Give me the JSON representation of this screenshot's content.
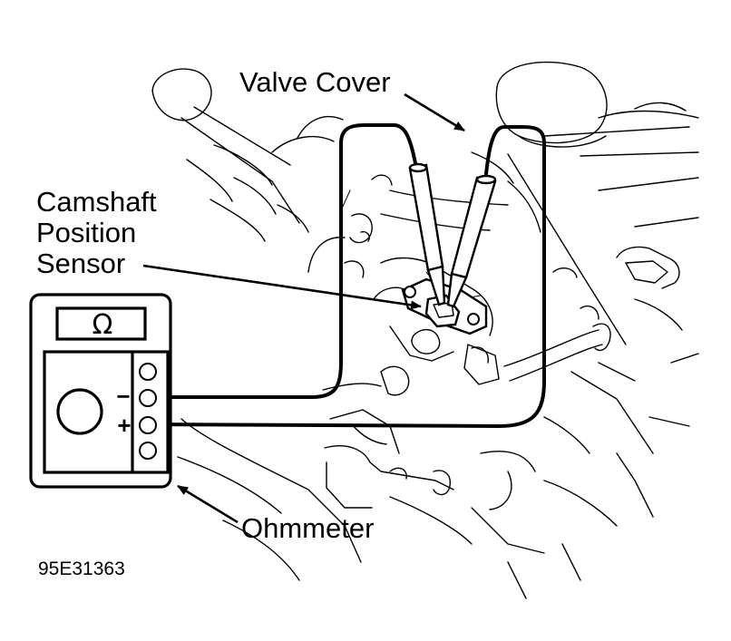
{
  "figure_id": "95E31363",
  "labels": {
    "valve_cover": "Valve Cover",
    "sensor_line1": "Camshaft",
    "sensor_line2": "Position",
    "sensor_line3": "Sensor",
    "ohmmeter": "Ohmmeter"
  },
  "meter": {
    "unit_symbol": "Ω",
    "negative_sign": "−",
    "positive_sign": "+"
  },
  "icons": {
    "engine": "engine-line-art-icon",
    "sensor": "camshaft-sensor-connector-icon",
    "probe": "test-probe-icon",
    "ohmmeter": "ohmmeter-icon",
    "dial": "dial-icon",
    "jack": "jack-icon",
    "arrow": "arrow-icon"
  },
  "colors": {
    "ink": "#000000",
    "paper": "#ffffff"
  }
}
